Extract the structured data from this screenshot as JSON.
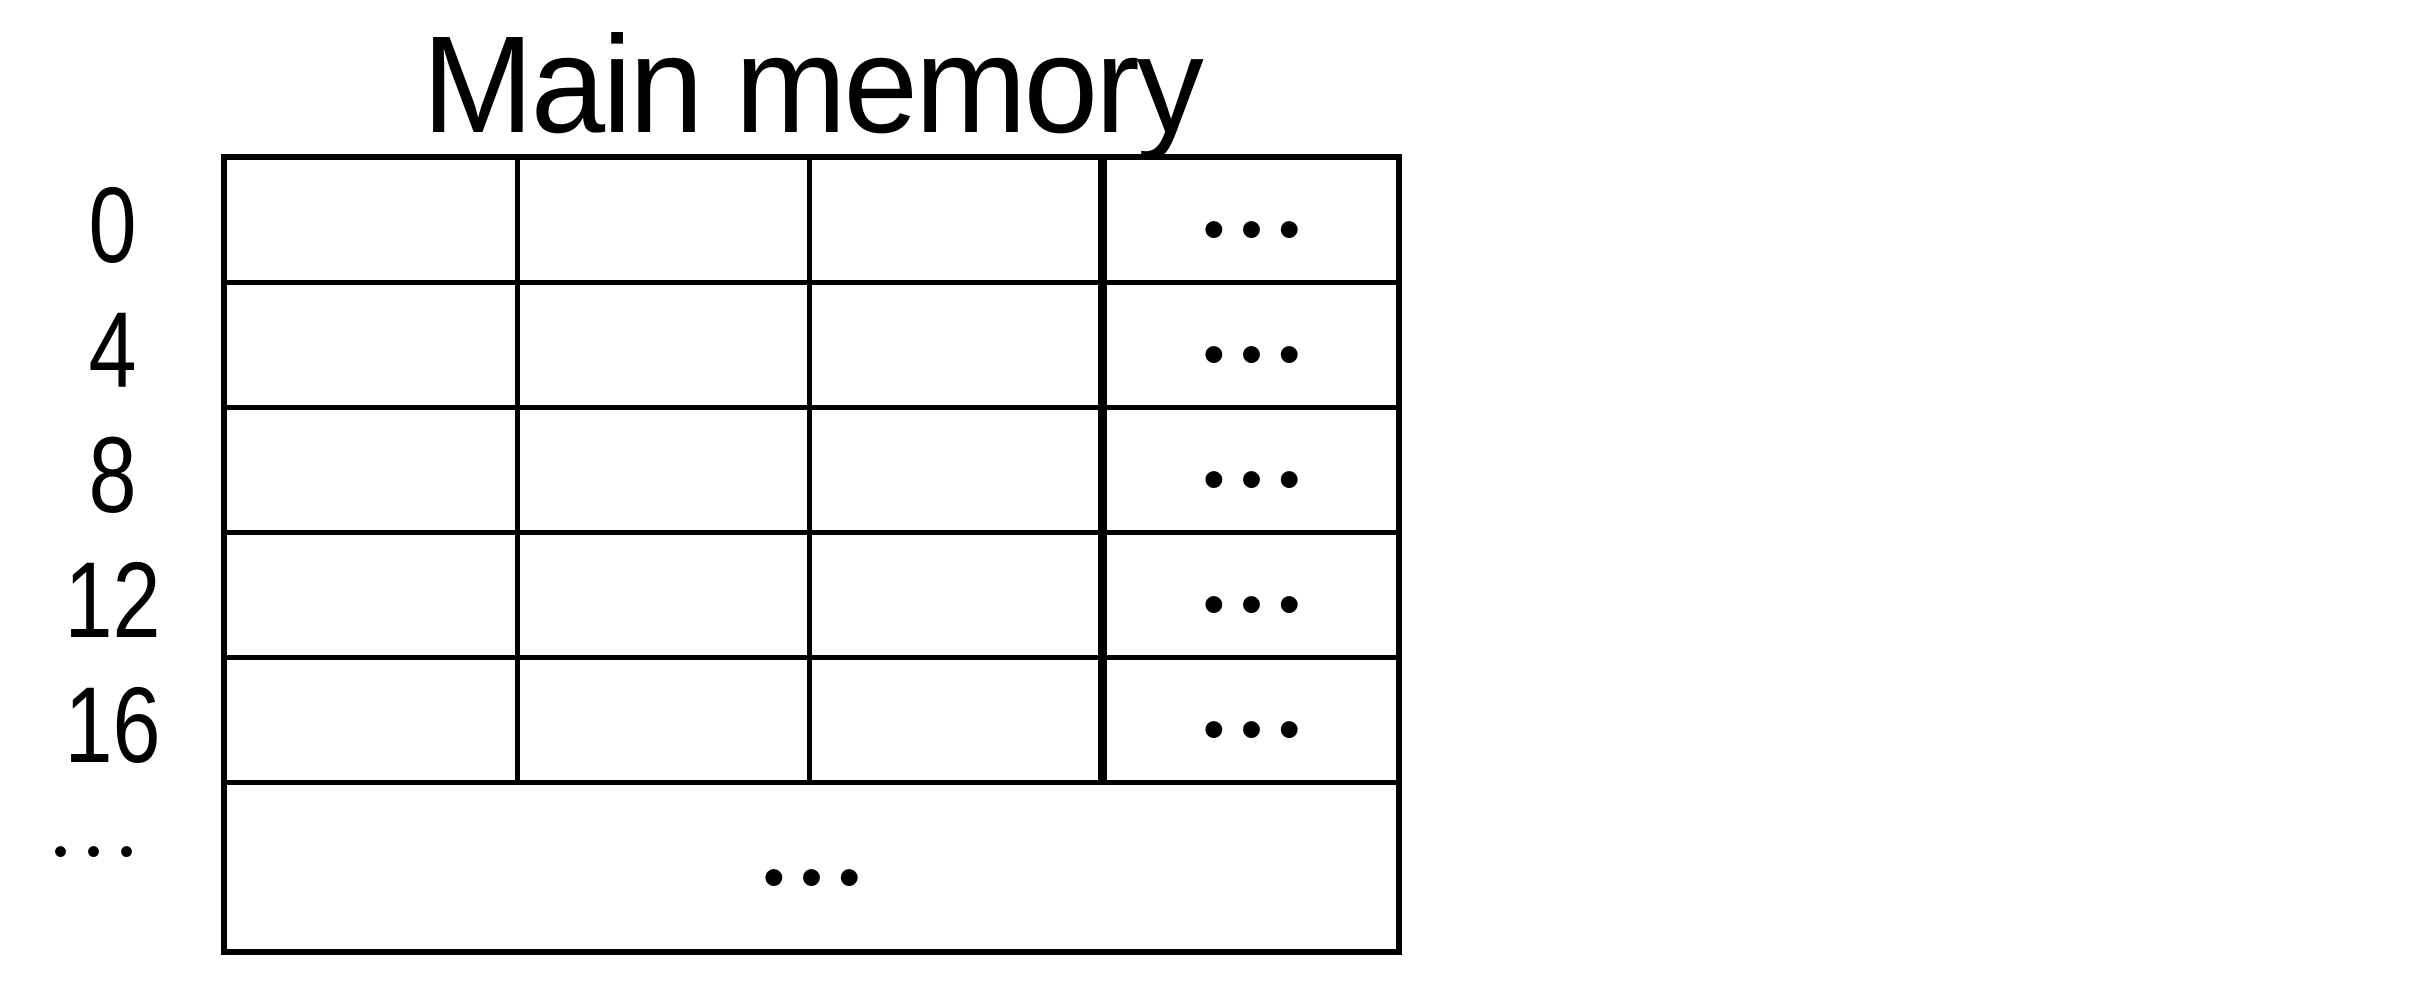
{
  "diagram": {
    "title": "Main memory",
    "colors": {
      "line": "#000000",
      "text": "#000000",
      "background": "#ffffff"
    },
    "memory_table": {
      "rows": [
        {
          "address": "0",
          "ellipsis": "•••"
        },
        {
          "address": "4",
          "ellipsis": "•••"
        },
        {
          "address": "8",
          "ellipsis": "•••"
        },
        {
          "address": "12",
          "ellipsis": "•••"
        },
        {
          "address": "16",
          "ellipsis": "•••"
        }
      ],
      "overflow_row": {
        "address": "•••",
        "ellipsis": "•••"
      }
    }
  }
}
